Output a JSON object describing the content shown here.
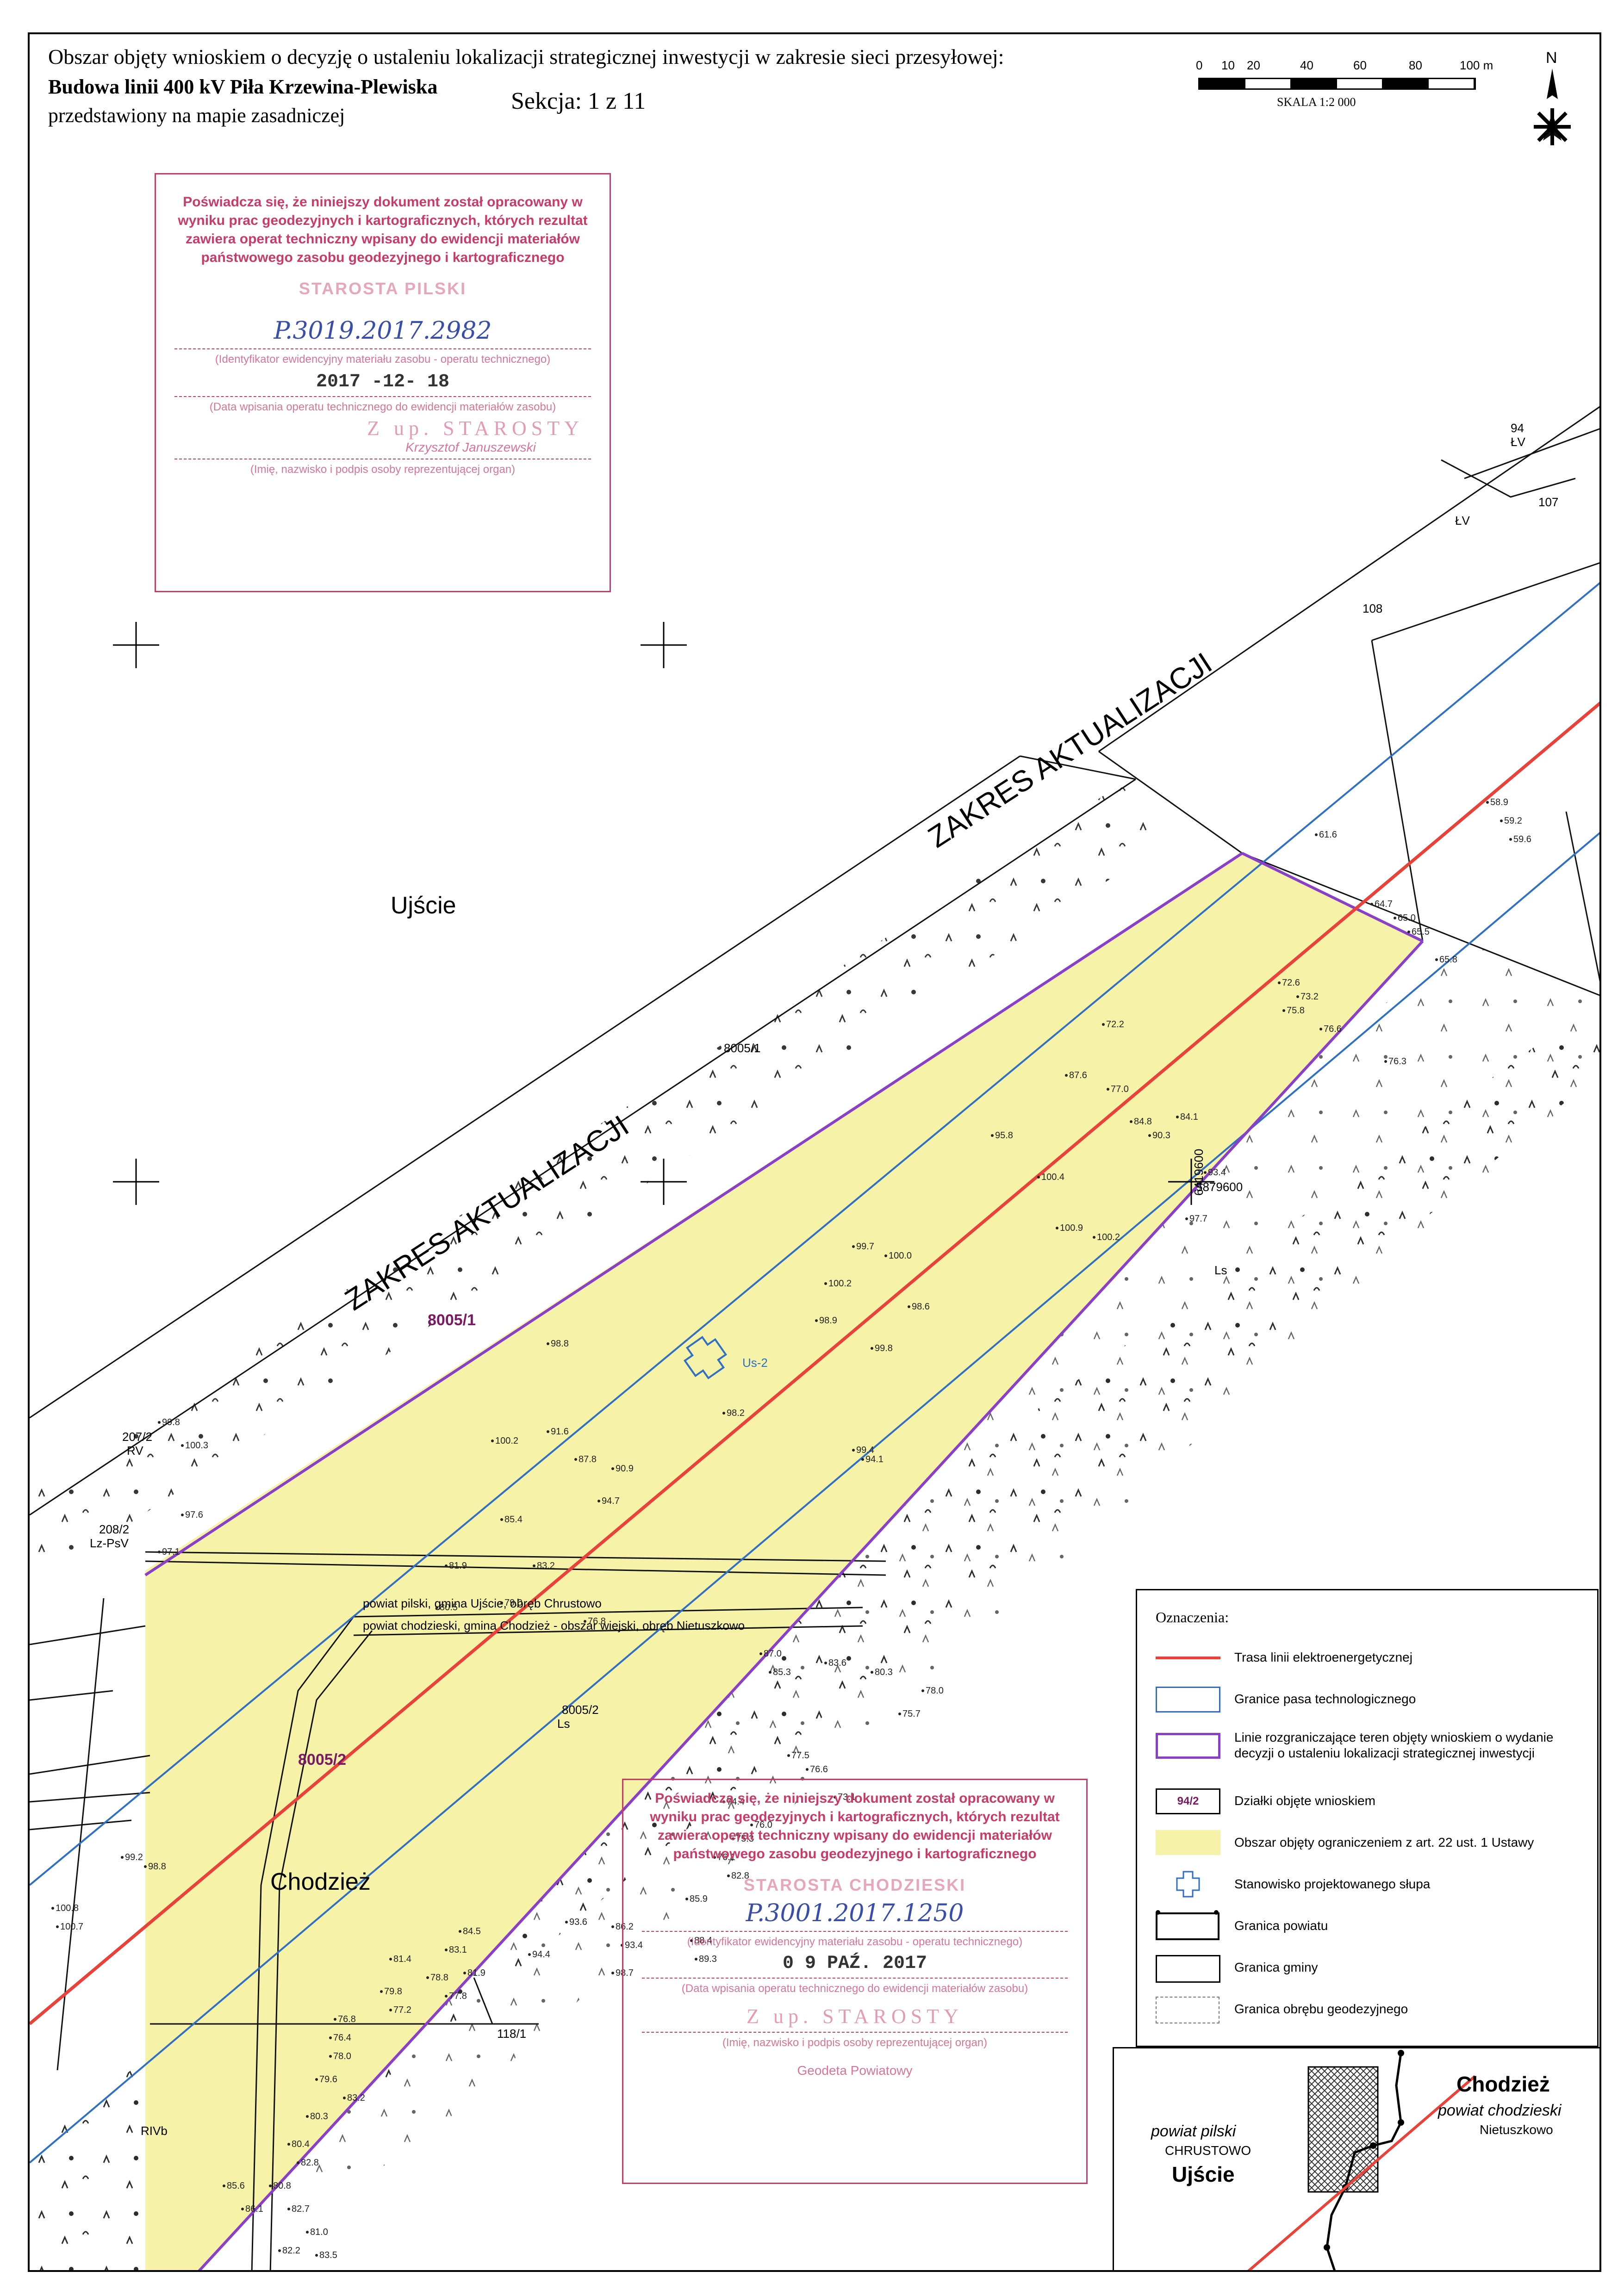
{
  "header": {
    "line1": "Obszar objęty wnioskiem o decyzję o ustaleniu lokalizacji strategicznej inwestycji w zakresie sieci przesyłowej:",
    "line2": "Budowa linii 400 kV Piła Krzewina-Plewiska",
    "line3": "przedstawiony na mapie zasadniczej",
    "section": "Sekcja: 1 z 11"
  },
  "scale": {
    "ticks": [
      "0",
      "10",
      "20",
      "40",
      "60",
      "80",
      "100 m"
    ],
    "text": "SKALA 1:2 000",
    "north": "N"
  },
  "map_labels": {
    "zakres_top": "ZAKRES AKTUALIZACJI",
    "zakres_left": "ZAKRES AKTUALIZACJI",
    "place_ujscie": "Ujście",
    "place_chodziez": "Chodzież",
    "lot_8005_1_top": "8005/1",
    "lot_8005_1_hl": "8005/1",
    "lot_8005_2": "8005/2",
    "lot_8005_2_hl": "8005/2",
    "lot_108": "108",
    "lot_94": "94",
    "lot_107": "107",
    "lot_207_2": "207/2",
    "lot_208_2": "208/2",
    "lot_118_1": "118/1",
    "use_lv1": "ŁV",
    "use_lv2": "ŁV",
    "use_rv": "RV",
    "use_lzpsv": "Lz-PsV",
    "use_ls1": "Ls",
    "use_ls2": "Ls",
    "use_rivb": "RIVb",
    "tower": "Us-2",
    "coord1": "6419600",
    "coord2": "5879600",
    "border_text1": "powiat pilski, gmina Ujście, obręb Chrustowo",
    "border_text2": "powiat chodzieski, gmina Chodzież - obszar wiejski, obręb Nietuszkowo"
  },
  "elevations": [
    {
      "t": "58.9"
    },
    {
      "t": "59.2"
    },
    {
      "t": "59.6"
    },
    {
      "t": "61.6"
    },
    {
      "t": "64.7"
    },
    {
      "t": "65.0"
    },
    {
      "t": "65.5"
    },
    {
      "t": "65.8"
    },
    {
      "t": "72.6"
    },
    {
      "t": "73.2"
    },
    {
      "t": "75.8"
    },
    {
      "t": "76.6"
    },
    {
      "t": "72.2"
    },
    {
      "t": "76.3"
    },
    {
      "t": "77.0"
    },
    {
      "t": "87.6"
    },
    {
      "t": "84.8"
    },
    {
      "t": "84.1"
    },
    {
      "t": "90.3"
    },
    {
      "t": "93.4"
    },
    {
      "t": "97.7"
    },
    {
      "t": "95.8"
    },
    {
      "t": "100.2"
    },
    {
      "t": "100.4"
    },
    {
      "t": "100.9"
    },
    {
      "t": "99.7"
    },
    {
      "t": "100.0"
    },
    {
      "t": "98.6"
    },
    {
      "t": "100.2"
    },
    {
      "t": "98.9"
    },
    {
      "t": "99.8"
    },
    {
      "t": "98.2"
    },
    {
      "t": "99.4"
    },
    {
      "t": "94.1"
    },
    {
      "t": "94.7"
    },
    {
      "t": "91.6"
    },
    {
      "t": "100.2"
    },
    {
      "t": "98.8"
    },
    {
      "t": "90.9"
    },
    {
      "t": "87.8"
    },
    {
      "t": "85.4"
    },
    {
      "t": "83.2"
    },
    {
      "t": "81.9"
    },
    {
      "t": "80.5"
    },
    {
      "t": "79.0"
    },
    {
      "t": "76.8"
    },
    {
      "t": "87.0"
    },
    {
      "t": "85.3"
    },
    {
      "t": "83.6"
    },
    {
      "t": "80.3"
    },
    {
      "t": "78.0"
    },
    {
      "t": "75.7"
    },
    {
      "t": "77.5"
    },
    {
      "t": "76.6"
    },
    {
      "t": "73.1"
    },
    {
      "t": "74.4"
    },
    {
      "t": "76.0"
    },
    {
      "t": "75.3"
    },
    {
      "t": "76.1"
    },
    {
      "t": "82.8"
    },
    {
      "t": "85.9"
    },
    {
      "t": "88.4"
    },
    {
      "t": "89.3"
    },
    {
      "t": "86.2"
    },
    {
      "t": "93.4"
    },
    {
      "t": "93.6"
    },
    {
      "t": "98.7"
    },
    {
      "t": "94.4"
    },
    {
      "t": "84.5"
    },
    {
      "t": "83.1"
    },
    {
      "t": "81.9"
    },
    {
      "t": "77.8"
    },
    {
      "t": "78.8"
    },
    {
      "t": "81.4"
    },
    {
      "t": "79.8"
    },
    {
      "t": "77.2"
    },
    {
      "t": "76.8"
    },
    {
      "t": "76.4"
    },
    {
      "t": "78.0"
    },
    {
      "t": "79.6"
    },
    {
      "t": "83.2"
    },
    {
      "t": "80.3"
    },
    {
      "t": "80.4"
    },
    {
      "t": "82.8"
    },
    {
      "t": "80.8"
    },
    {
      "t": "82.7"
    },
    {
      "t": "85.6"
    },
    {
      "t": "86.1"
    },
    {
      "t": "81.0"
    },
    {
      "t": "82.2"
    },
    {
      "t": "83.5"
    },
    {
      "t": "99.2"
    },
    {
      "t": "98.8"
    },
    {
      "t": "100.8"
    },
    {
      "t": "100.7"
    },
    {
      "t": "97.1"
    },
    {
      "t": "100.3"
    },
    {
      "t": "99.8"
    },
    {
      "t": "97.6"
    }
  ],
  "stamp_pilski": {
    "text": "Poświadcza się, że niniejszy dokument został opracowany w wyniku prac geodezyjnych i kartograficznych, których rezultat zawiera operat techniczny wpisany do ewidencji materiałów państwowego zasobu geodezyjnego i kartograficznego",
    "office": "STAROSTA PILSKI",
    "id": "P.3019.2017.2982",
    "id_label": "(Identyfikator ewidencyjny materiału zasobu - operatu technicznego)",
    "date": "2017 -12- 18",
    "date_label": "(Data wpisania operatu technicznego do ewidencji materiałów zasobu)",
    "zup": "Z up. STAROSTY",
    "person": "Krzysztof Januszewski",
    "name_label": "(Imię, nazwisko i podpis osoby reprezentującej organ)"
  },
  "stamp_chodzieski": {
    "text": "Poświadcza się, że niniejszy dokument został opracowany w wyniku prac geodezyjnych i kartograficznych, których rezultat zawiera operat techniczny wpisany do ewidencji materiałów państwowego zasobu geodezyjnego i kartograficznego",
    "office": "STAROSTA CHODZIESKI",
    "id": "P.3001.2017.1250",
    "id_label": "(Identyfikator ewidencyjny materiału zasobu - operatu technicznego)",
    "date": "0 9 PAŹ. 2017",
    "date_label": "(Data wpisania operatu technicznego do ewidencji materiałów zasobu)",
    "zup": "Z up. STAROSTY",
    "name_label": "(Imię, nazwisko i podpis osoby reprezentującej organ)",
    "person": "Geodeta Powiatowy"
  },
  "legend": {
    "title": "Oznaczenia:",
    "items": [
      {
        "label": "Trasa linii elektroenergetycznej"
      },
      {
        "label": "Granice pasa technologicznego"
      },
      {
        "label": "Linie rozgraniczające teren objęty wnioskiem o wydanie decyzji o ustaleniu lokalizacji strategicznej inwestycji"
      },
      {
        "label": "Działki objęte wnioskiem",
        "symbol": "94/2"
      },
      {
        "label": "Obszar objęty ograniczeniem z art. 22 ust. 1 Ustawy"
      },
      {
        "label": "Stanowisko projektowanego słupa"
      },
      {
        "label": "Granica powiatu"
      },
      {
        "label": "Granica gminy"
      },
      {
        "label": "Granica obrębu geodezyjnego"
      }
    ]
  },
  "locator": {
    "left_powiat": "powiat pilski",
    "left_obreb": "CHRUSTOWO",
    "left_gmina": "Ujście",
    "right_gmina": "Chodzież",
    "right_powiat": "powiat chodzieski",
    "right_obreb": "Nietuszkowo"
  },
  "colors": {
    "route": "#e8423a",
    "tech_belt": "#2f6fc4",
    "boundary": "#8a3fc8",
    "restriction_fill": "#f6f3a8",
    "lot_label": "#7a1a64",
    "stamp": "#c83c6a",
    "stamp_ink": "#3a4ea8"
  }
}
